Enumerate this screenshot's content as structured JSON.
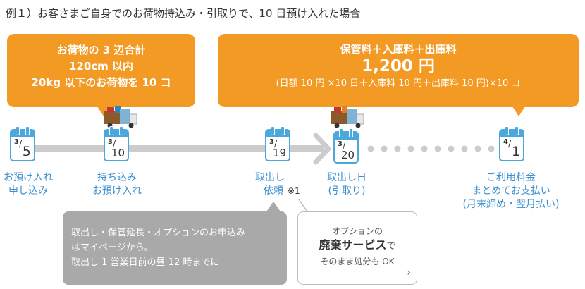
{
  "title": "例１）お客さまご自身でのお荷物持込み・引取りで、10 日預け入れた場合",
  "left_box": {
    "line1": "お荷物の 3 辺合計",
    "line2": "120cm 以内",
    "line3": "20kg 以下のお荷物を 10 コ"
  },
  "right_box": {
    "line1": "保管料＋入庫料＋出庫料",
    "line2": "1,200 円",
    "line3": "(日額 10 円 ×10 日＋入庫料 10 円＋出庫料 10 円)×10 コ"
  },
  "steps": [
    {
      "month": "3",
      "day": "5",
      "label1": "お預け入れ",
      "label2": "申し込み"
    },
    {
      "month": "3",
      "day": "10",
      "label1": "持ち込み",
      "label2": "お預け入れ"
    },
    {
      "month": "3",
      "day": "19",
      "label1": "取出し",
      "label2": "依頼",
      "note": "※1"
    },
    {
      "month": "3",
      "day": "20",
      "label1": "取出し日",
      "label2": "(引取り)"
    },
    {
      "month": "4",
      "day": "1",
      "label1": "ご利用料金",
      "label2": "まとめてお支払い",
      "label3": "(月末締め・翌月払い)"
    }
  ],
  "gray_box": {
    "line1": "取出し・保管延長・オプションのお申込み",
    "line2": "はマイページから。",
    "line3": "取出し 1 営業日前の昼 12 時までに"
  },
  "white_box": {
    "line1": "オプションの",
    "line2_bold": "廃棄サービス",
    "line2_rest": "で",
    "line3": "そのまま処分も OK"
  },
  "colors": {
    "orange": "#f39a24",
    "blue": "#4aa8dd",
    "label_blue": "#3b8fd0",
    "gray": "#a9a9a9",
    "arrow": "#cccccc"
  }
}
